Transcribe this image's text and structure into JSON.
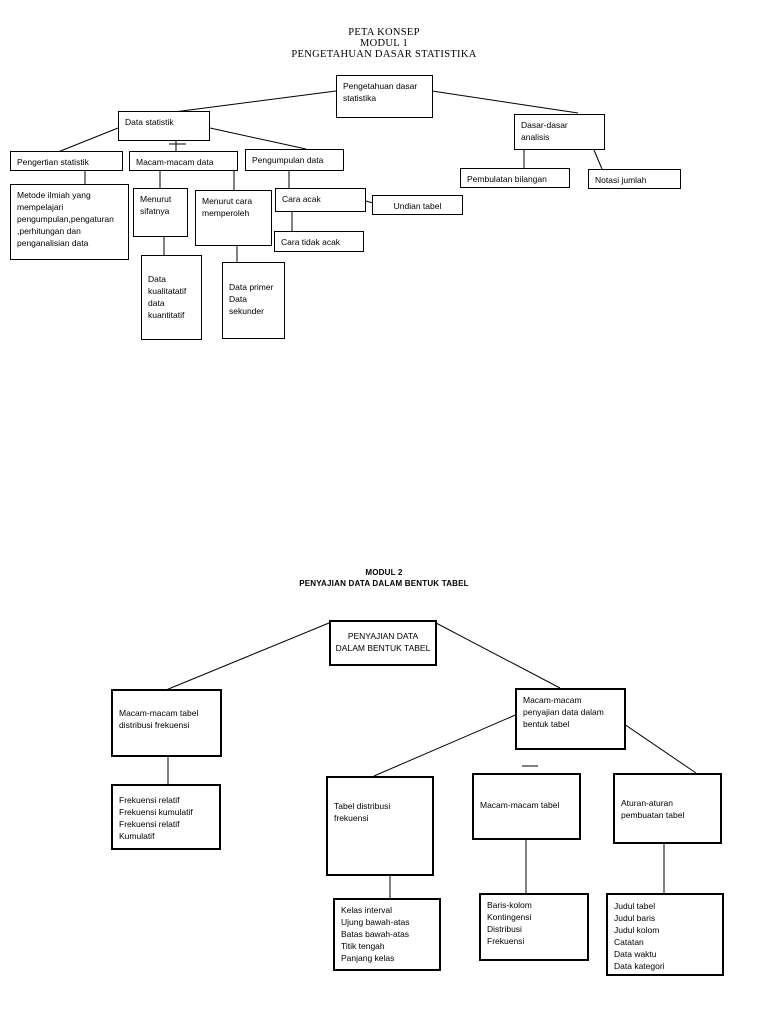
{
  "modul1": {
    "title_line1": "PETA KONSEP",
    "title_line2": "MODUL 1",
    "title_line3": "PENGETAHUAN DASAR STATISTIKA",
    "nodes": {
      "root": "Pengetahuan dasar\nstatistika",
      "data_statistik": "Data statistik",
      "dasar_analisis": "Dasar-dasar\nanalisis",
      "pengertian": "Pengertian statistik",
      "macam_data": "Macam-macam data",
      "pengumpulan": "Pengumpulan data",
      "pembulatan": "Pembulatan bilangan",
      "notasi": "Notasi jumlah",
      "metode": "Metode ilmiah yang\nmempelajari\npengumpulan,pengaturan\n,perhitungan dan\npenganalisian data",
      "menurut_sifat": "Menurut\nsifatnya",
      "menurut_cara": "Menurut cara\nmemperoleh",
      "cara_acak": "Cara acak",
      "undian": "Undian tabel",
      "cara_tidak_acak": "Cara tidak acak",
      "kualitatif": "Data\nkualitatatif\ndata\nkuantitatif",
      "primer": "Data primer\nData\nsekunder"
    }
  },
  "modul2": {
    "title_line1": "MODUL 2",
    "title_line2": "PENYAJIAN DATA DALAM BENTUK TABEL",
    "nodes": {
      "root": "PENYAJIAN DATA\nDALAM BENTUK TABEL",
      "macam_tabel_dist": "Macam-macam tabel\ndistribusi frekuensi",
      "macam_penyajian": "Macam-macam\npenyajian data dalam\nbentuk tabel",
      "frekuensi_list": "Frekuensi relatif\nFrekuensi kumulatif\nFrekuensi relatif\nKumulatif",
      "tabel_dist": "Tabel distribusi\nfrekuensi",
      "macam_tabel": "Macam-macam tabel",
      "aturan": "Aturan-aturan\npembuatan tabel",
      "kelas_list": "Kelas interval\nUjung bawah-atas\nBatas bawah-atas\nTitik tengah\nPanjang kelas",
      "baris_list": "Baris-kolom\nKontingensi\nDistribusi\nFrekuensi",
      "judul_list": "Judul tabel\nJudul baris\nJudul kolom\nCatatan\nData waktu\nData kategori"
    }
  }
}
